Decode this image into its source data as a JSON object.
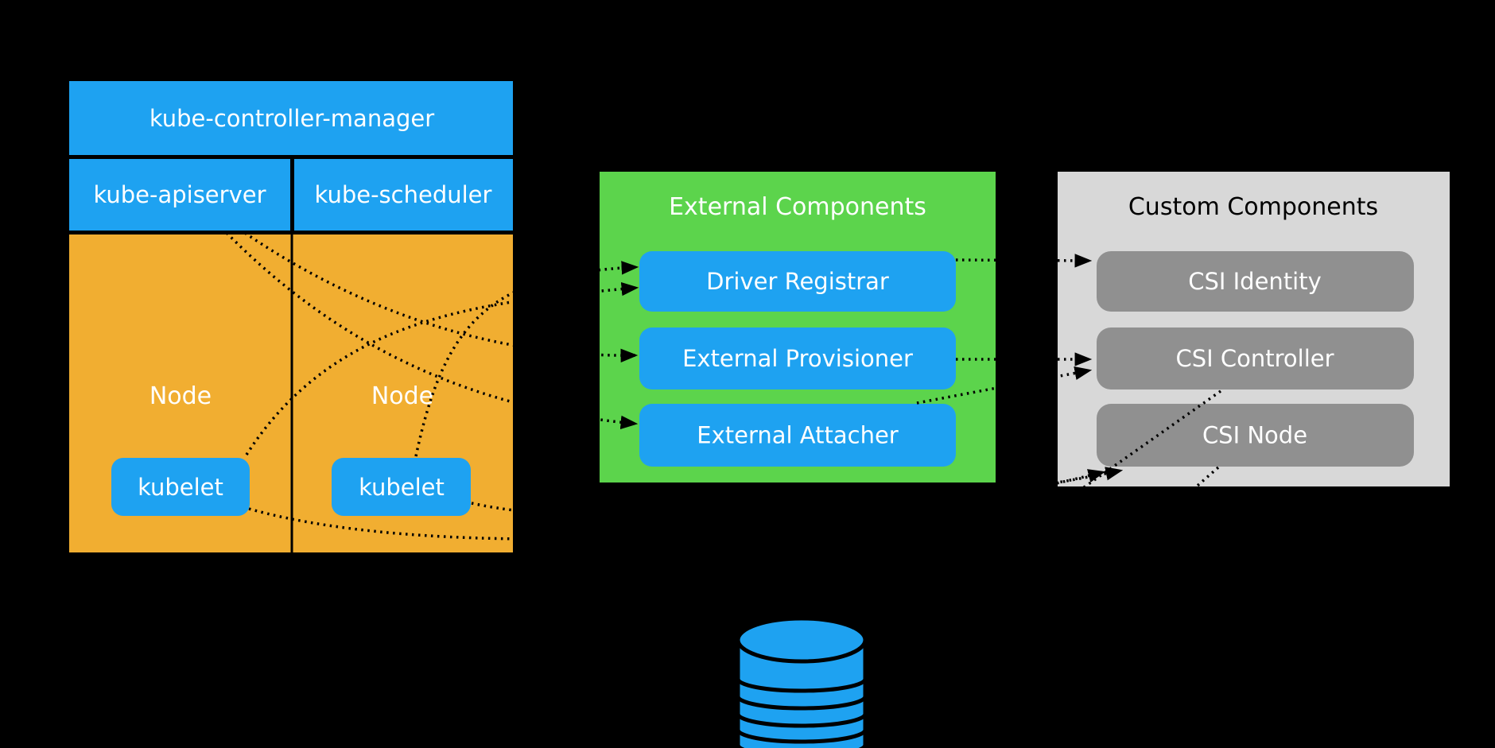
{
  "background": "#000000",
  "colors": {
    "blue": "#1EA2F1",
    "orange": "#F1AE31",
    "green": "#5CD44C",
    "light_gray": "#D8D8D8",
    "dark_gray": "#909090",
    "connector_line": "#000000",
    "text_light": "#FFFFFF",
    "text_dark": "#000000"
  },
  "cluster": {
    "controller_manager": "kube-controller-manager",
    "apiserver": "kube-apiserver",
    "scheduler": "kube-scheduler",
    "nodes": [
      {
        "label": "Node",
        "kubelet": "kubelet"
      },
      {
        "label": "Node",
        "kubelet": "kubelet"
      }
    ]
  },
  "external_components": {
    "title": "External Components",
    "items": [
      "Driver Registrar",
      "External Provisioner",
      "External Attacher"
    ]
  },
  "custom_components": {
    "title": "Custom Components",
    "items": [
      "CSI Identity",
      "CSI Controller",
      "CSI Node"
    ]
  },
  "storage": {
    "icon": "database-cylinder"
  }
}
